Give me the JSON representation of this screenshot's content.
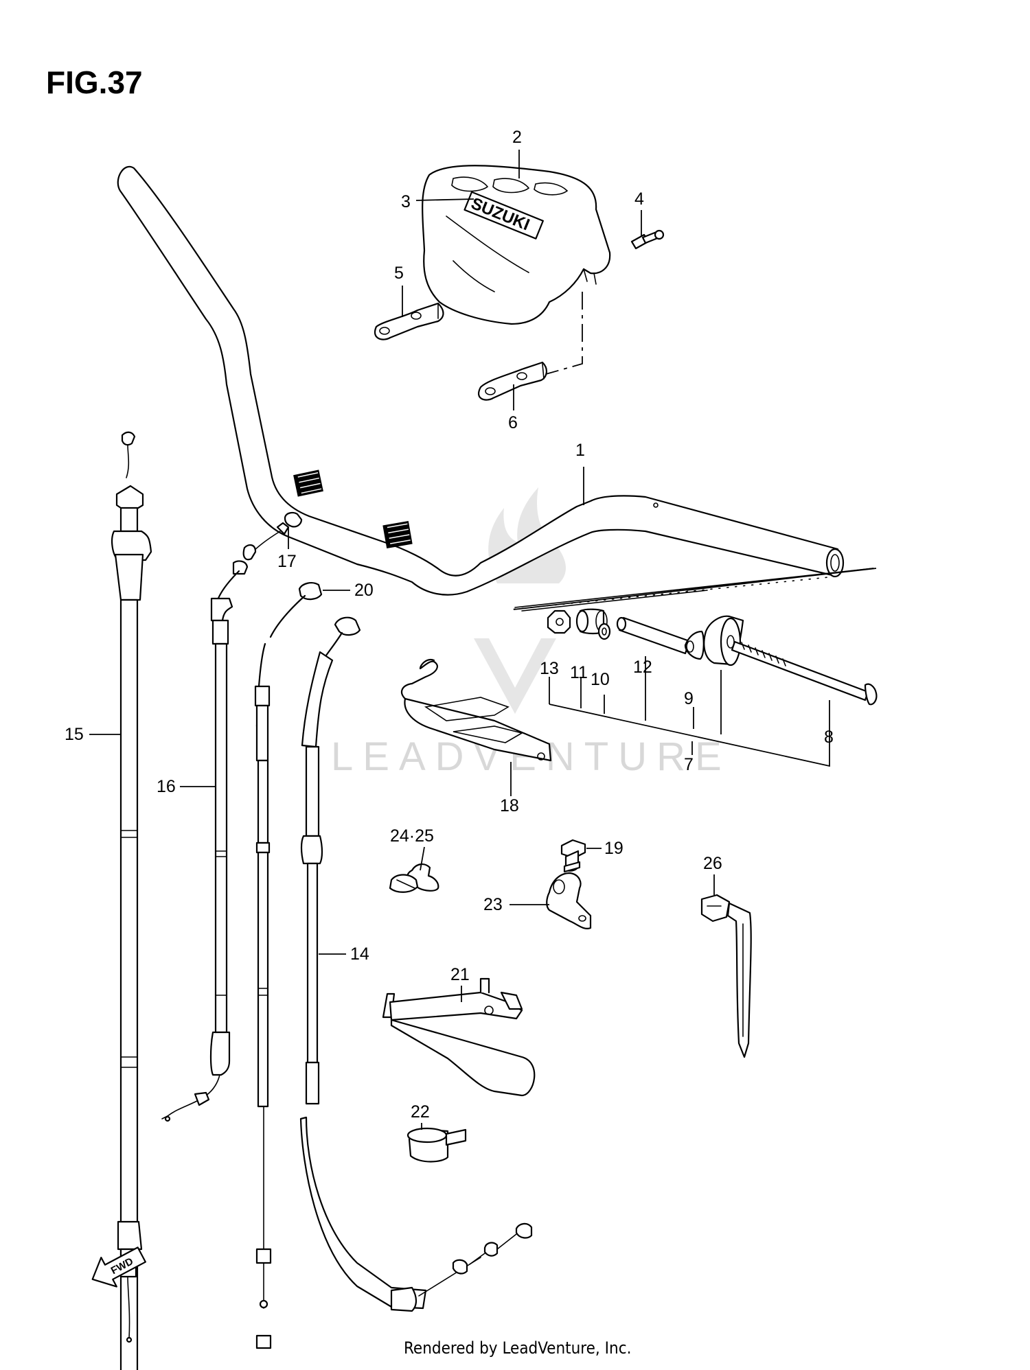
{
  "figure": {
    "title": "FIG.37"
  },
  "brand_logo": {
    "text": "SUZUKI"
  },
  "fwd_arrow": {
    "text": "FWD"
  },
  "watermark": {
    "text": "LEADVENTURE"
  },
  "footer": {
    "text": "Rendered by LeadVenture, Inc."
  },
  "callouts": [
    {
      "id": "1",
      "label": "1"
    },
    {
      "id": "2",
      "label": "2"
    },
    {
      "id": "3",
      "label": "3"
    },
    {
      "id": "4",
      "label": "4"
    },
    {
      "id": "5",
      "label": "5"
    },
    {
      "id": "6",
      "label": "6"
    },
    {
      "id": "7",
      "label": "7"
    },
    {
      "id": "8",
      "label": "8"
    },
    {
      "id": "9",
      "label": "9"
    },
    {
      "id": "10",
      "label": "10"
    },
    {
      "id": "11",
      "label": "11"
    },
    {
      "id": "12",
      "label": "12"
    },
    {
      "id": "13",
      "label": "13"
    },
    {
      "id": "14",
      "label": "14"
    },
    {
      "id": "15",
      "label": "15"
    },
    {
      "id": "16",
      "label": "16"
    },
    {
      "id": "17",
      "label": "17"
    },
    {
      "id": "18",
      "label": "18"
    },
    {
      "id": "19",
      "label": "19"
    },
    {
      "id": "20",
      "label": "20"
    },
    {
      "id": "21",
      "label": "21"
    },
    {
      "id": "22",
      "label": "22"
    },
    {
      "id": "23",
      "label": "23"
    },
    {
      "id": "24-25",
      "label": "24·25"
    },
    {
      "id": "26",
      "label": "26"
    }
  ]
}
